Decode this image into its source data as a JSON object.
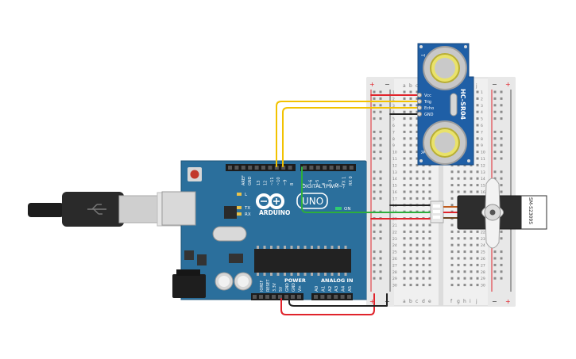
{
  "arduino": {
    "logo_text": "ARDUINO",
    "model": "UNO",
    "digital_label": "DIGITAL (PWM~)",
    "power_label": "POWER",
    "analog_label": "ANALOG IN",
    "aref": "AREF",
    "gnd": "GND",
    "digital_pins": [
      "13",
      "12",
      "~11",
      "~10",
      "~9",
      "8",
      "7",
      "~6",
      "~5",
      "4",
      "~3",
      "2",
      "TX 1",
      "RX 0"
    ],
    "power_pins": [
      "IOREF",
      "RESET",
      "3.3V",
      "5V",
      "GND",
      "GND",
      "Vin"
    ],
    "analog_pins": [
      "A0",
      "A1",
      "A2",
      "A3",
      "A4",
      "A5"
    ],
    "led_l": "L",
    "led_tx": "TX",
    "led_rx": "RX",
    "led_on": "ON"
  },
  "sensor": {
    "model": "HC-SR04",
    "pins": [
      "Vcc",
      "Trig",
      "Echo",
      "GND"
    ],
    "t_label": "T",
    "r_label": "R"
  },
  "servo": {
    "model": "SM-S2309S"
  },
  "breadboard": {
    "columns": [
      "a",
      "b",
      "c",
      "d",
      "e",
      "f",
      "g",
      "h",
      "i",
      "j"
    ],
    "rows": [
      "1",
      "2",
      "3",
      "4",
      "5",
      "6",
      "7",
      "8",
      "9",
      "10",
      "11",
      "12",
      "13",
      "14",
      "15",
      "16",
      "17",
      "18",
      "19",
      "20",
      "21",
      "22",
      "23",
      "24",
      "25",
      "26",
      "27",
      "28",
      "29",
      "30"
    ],
    "plus": "+",
    "minus": "−"
  },
  "colors": {
    "board": "#2b6f9c",
    "sensor_board": "#1f5fa6",
    "wire_yellow": "#f2c200",
    "wire_green": "#2dae3c",
    "wire_red": "#e0232b",
    "wire_black": "#222222"
  }
}
